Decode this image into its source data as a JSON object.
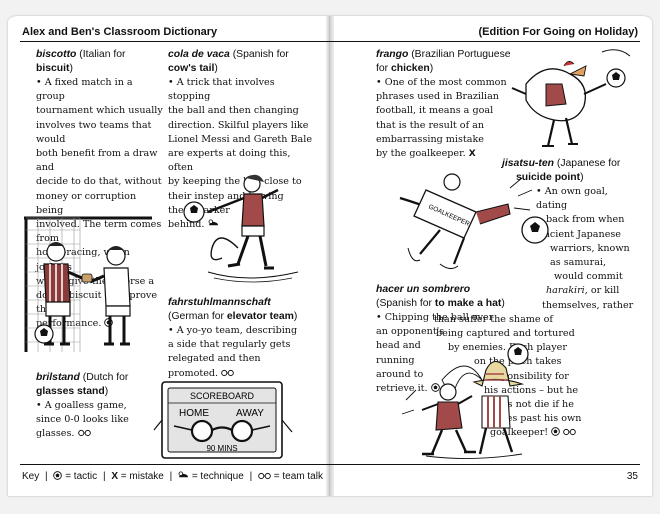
{
  "header": {
    "left_title": "Alex and Ben's Classroom Dictionary",
    "right_title": "(Edition For Going on Holiday)"
  },
  "entries": {
    "biscotto": {
      "headword": "biscotto",
      "origin_pre": "(Italian for ",
      "translation": "biscuit",
      "origin_post": ")",
      "definition": [
        "• A fixed match in a group",
        "tournament which usually",
        "involves two teams that would",
        "both benefit from a draw and",
        "decide to do that, without",
        "money or corruption being",
        "involved. The term comes from",
        "horse-racing, when jockeys",
        "would give their horse a",
        "doped biscuit to improve their",
        "performance."
      ],
      "symbol": "tactic-icon"
    },
    "cola": {
      "headword": "cola de vaca",
      "origin_pre": "(Spanish for",
      "translation": "cow's tail",
      "origin_post": ")",
      "definition": [
        "• A trick that involves stopping",
        "the ball and then changing",
        "direction. Skilful players like",
        "Lionel Messi and Gareth Bale",
        "are experts at doing this, often",
        "by keeping the ball close to",
        "their instep and leaving",
        "their marker",
        "behind."
      ],
      "symbol": "technique-icon"
    },
    "brilstand": {
      "headword": "brilstand",
      "origin_pre": "(Dutch for",
      "translation": "glasses stand",
      "origin_post": ")",
      "definition": [
        "• A goalless game,",
        "since 0-0 looks like",
        "glasses."
      ],
      "symbol": "team-talk-icon"
    },
    "fahrstuhl": {
      "headword": "fahrstuhlmannschaft",
      "origin_pre": "(German for ",
      "translation": "elevator team",
      "origin_post": ")",
      "definition": [
        "• A yo-yo team, describing",
        "a side that regularly gets",
        "relegated and then",
        "promoted."
      ],
      "symbol": "team-talk-icon"
    },
    "frango": {
      "headword": "frango",
      "origin_pre": "(Brazilian Portuguese",
      "origin_pre2": "for ",
      "translation": "chicken",
      "origin_post": ")",
      "definition": [
        "• One of the most common",
        "phrases used in Brazilian",
        "football, it means a goal",
        "that is the result of an",
        "embarrassing mistake",
        "by the goalkeeper."
      ],
      "symbol": "mistake-icon"
    },
    "jisatsu": {
      "headword": "jisatsu-ten",
      "origin_pre": "(Japanese for",
      "translation": "suicide point",
      "origin_post": ")",
      "definition": [
        "• An own goal, dating",
        "back from when",
        "ancient Japanese",
        "warriors, known",
        "as samurai,",
        "would commit",
        "harakiri",
        ", or kill",
        "themselves, rather",
        "than suffer the shame of",
        "being captured and tortured",
        "by enemies. Each player",
        "on the pitch takes",
        "responsibility for",
        "his actions – but he",
        "does not die if he",
        "scores past his own",
        "goalkeeper!"
      ],
      "symbol": "tactic-icon team-talk-icon"
    },
    "hacer": {
      "headword": "hacer un sombrero",
      "origin_pre": "(Spanish for ",
      "translation": "to make a hat",
      "origin_post": ")",
      "definition": [
        "• Chipping the ball over",
        "an opponent's",
        "head and",
        "running",
        "around to",
        "retrieve it."
      ],
      "symbol": "tactic-icon"
    }
  },
  "illustrations": {
    "scoreboard_title": "SCOREBOARD",
    "scoreboard_home": "HOME",
    "scoreboard_away": "AWAY",
    "scoreboard_time": "90 MINS",
    "shirt_text": "GOALKEEPER"
  },
  "footer": {
    "key_label": "Key",
    "items": [
      {
        "symbol": "tactic-icon",
        "label": "= tactic"
      },
      {
        "symbol": "mistake-icon",
        "glyph": "X",
        "label": "= mistake"
      },
      {
        "symbol": "technique-icon",
        "label": "= technique"
      },
      {
        "symbol": "team-talk-icon",
        "label": "= team talk"
      }
    ],
    "page_number": "35"
  }
}
